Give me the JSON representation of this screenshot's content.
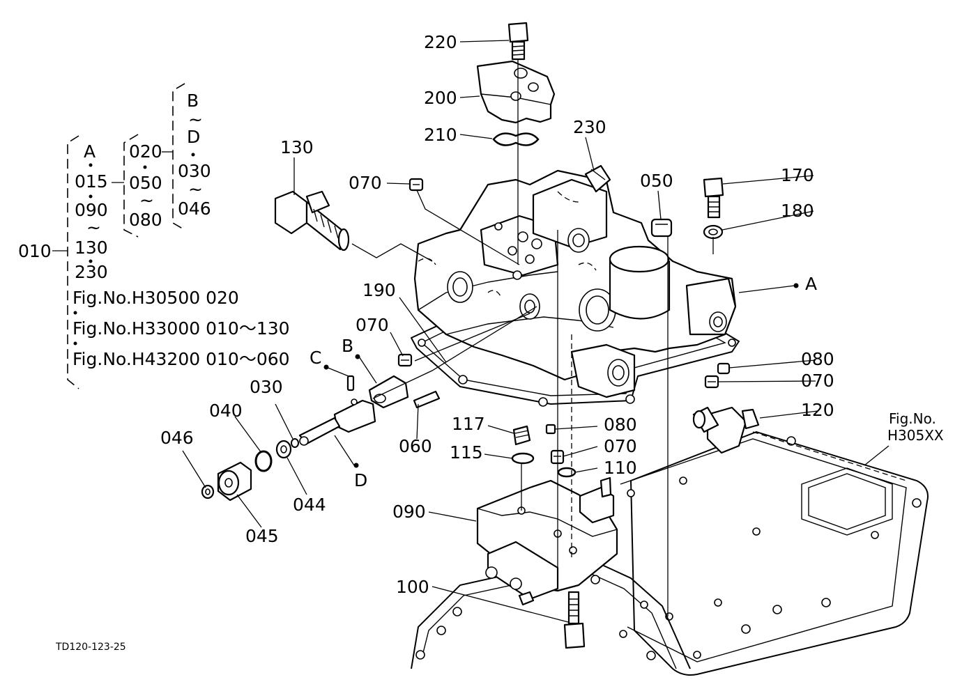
{
  "diagram_code": "TD120-123-25",
  "group_labels": {
    "root": "010",
    "col1": [
      "A",
      "015",
      "090",
      "~",
      "130",
      "230"
    ],
    "col2": [
      "020",
      "050",
      "~",
      "080"
    ],
    "col3": [
      "B",
      "~",
      "D",
      "030",
      "~",
      "046"
    ],
    "fig_refs": [
      "Fig.No.H30500  020",
      "Fig.No.H33000  010～130",
      "Fig.No.H43200  010～060"
    ]
  },
  "callouts": {
    "p220": "220",
    "p200": "200",
    "p210": "210",
    "p230": "230",
    "p130": "130",
    "p070a": "070",
    "p050": "050",
    "p170": "170",
    "p180": "180",
    "pA": "A",
    "p190": "190",
    "p070b": "070",
    "pB": "B",
    "pC": "C",
    "p080a": "080",
    "p070c": "070",
    "p120": "120",
    "p030": "030",
    "p040": "040",
    "p046": "046",
    "p060": "060",
    "p117": "117",
    "p080b": "080",
    "p115": "115",
    "p070d": "070",
    "p110": "110",
    "pD": "D",
    "p044": "044",
    "p045": "045",
    "p090": "090",
    "p100": "100"
  },
  "fig_ref_box": {
    "line1": "Fig.No.",
    "line2": "H305XX"
  }
}
